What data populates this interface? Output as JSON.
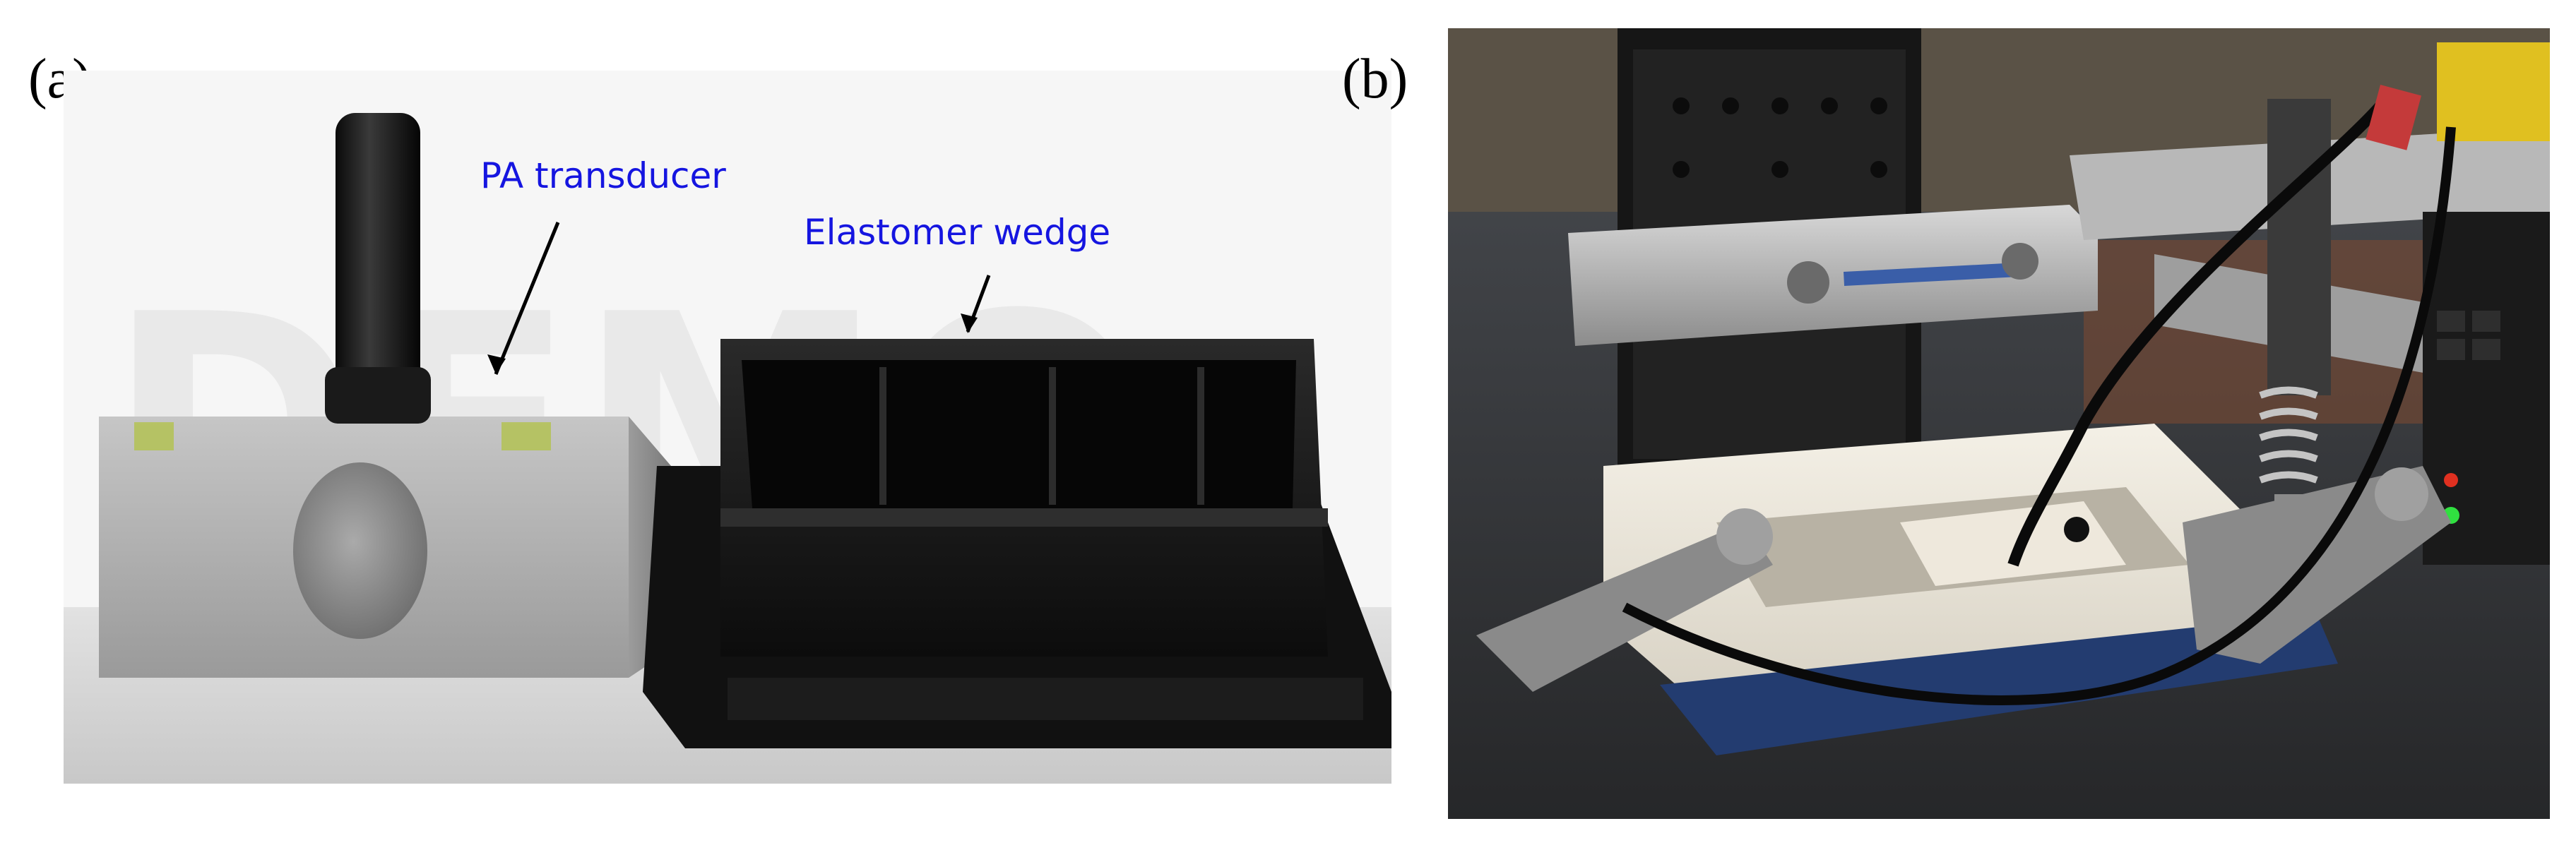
{
  "panels": [
    {
      "label": "(a)",
      "annotations": [
        {
          "text": "PA transducer"
        },
        {
          "text": "Elastomer wedge"
        }
      ],
      "watermark": "DEMO"
    },
    {
      "label": "(b)"
    }
  ],
  "colors": {
    "annotation_text": "#1515e0",
    "background": "#ffffff",
    "watermark": "#ececec"
  }
}
